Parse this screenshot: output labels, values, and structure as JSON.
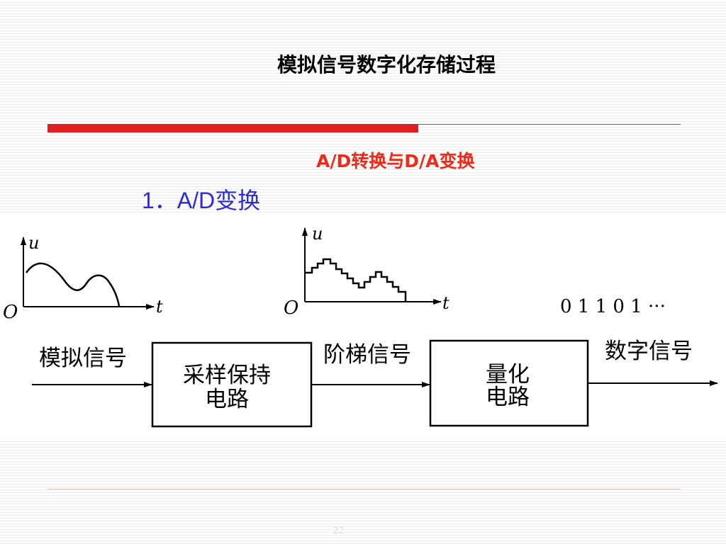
{
  "slide": {
    "title": "模拟信号数字化存储过程",
    "subtitle": "A/D转换与D/A变换",
    "list_item": "1．A/D变换",
    "page_number": "22"
  },
  "diagram": {
    "analog_graph": {
      "y_axis": "u",
      "x_axis": "t",
      "origin": "O"
    },
    "step_graph": {
      "y_axis": "u",
      "x_axis": "t",
      "origin": "O"
    },
    "digital_output": "0 1 1 0 1 ···",
    "input_label": "模拟信号",
    "sample_hold_box": {
      "line1": "采样保持",
      "line2": "电路"
    },
    "middle_label": "阶梯信号",
    "quantize_box": {
      "line1": "量化",
      "line2": "电路"
    },
    "output_label": "数字信号"
  }
}
